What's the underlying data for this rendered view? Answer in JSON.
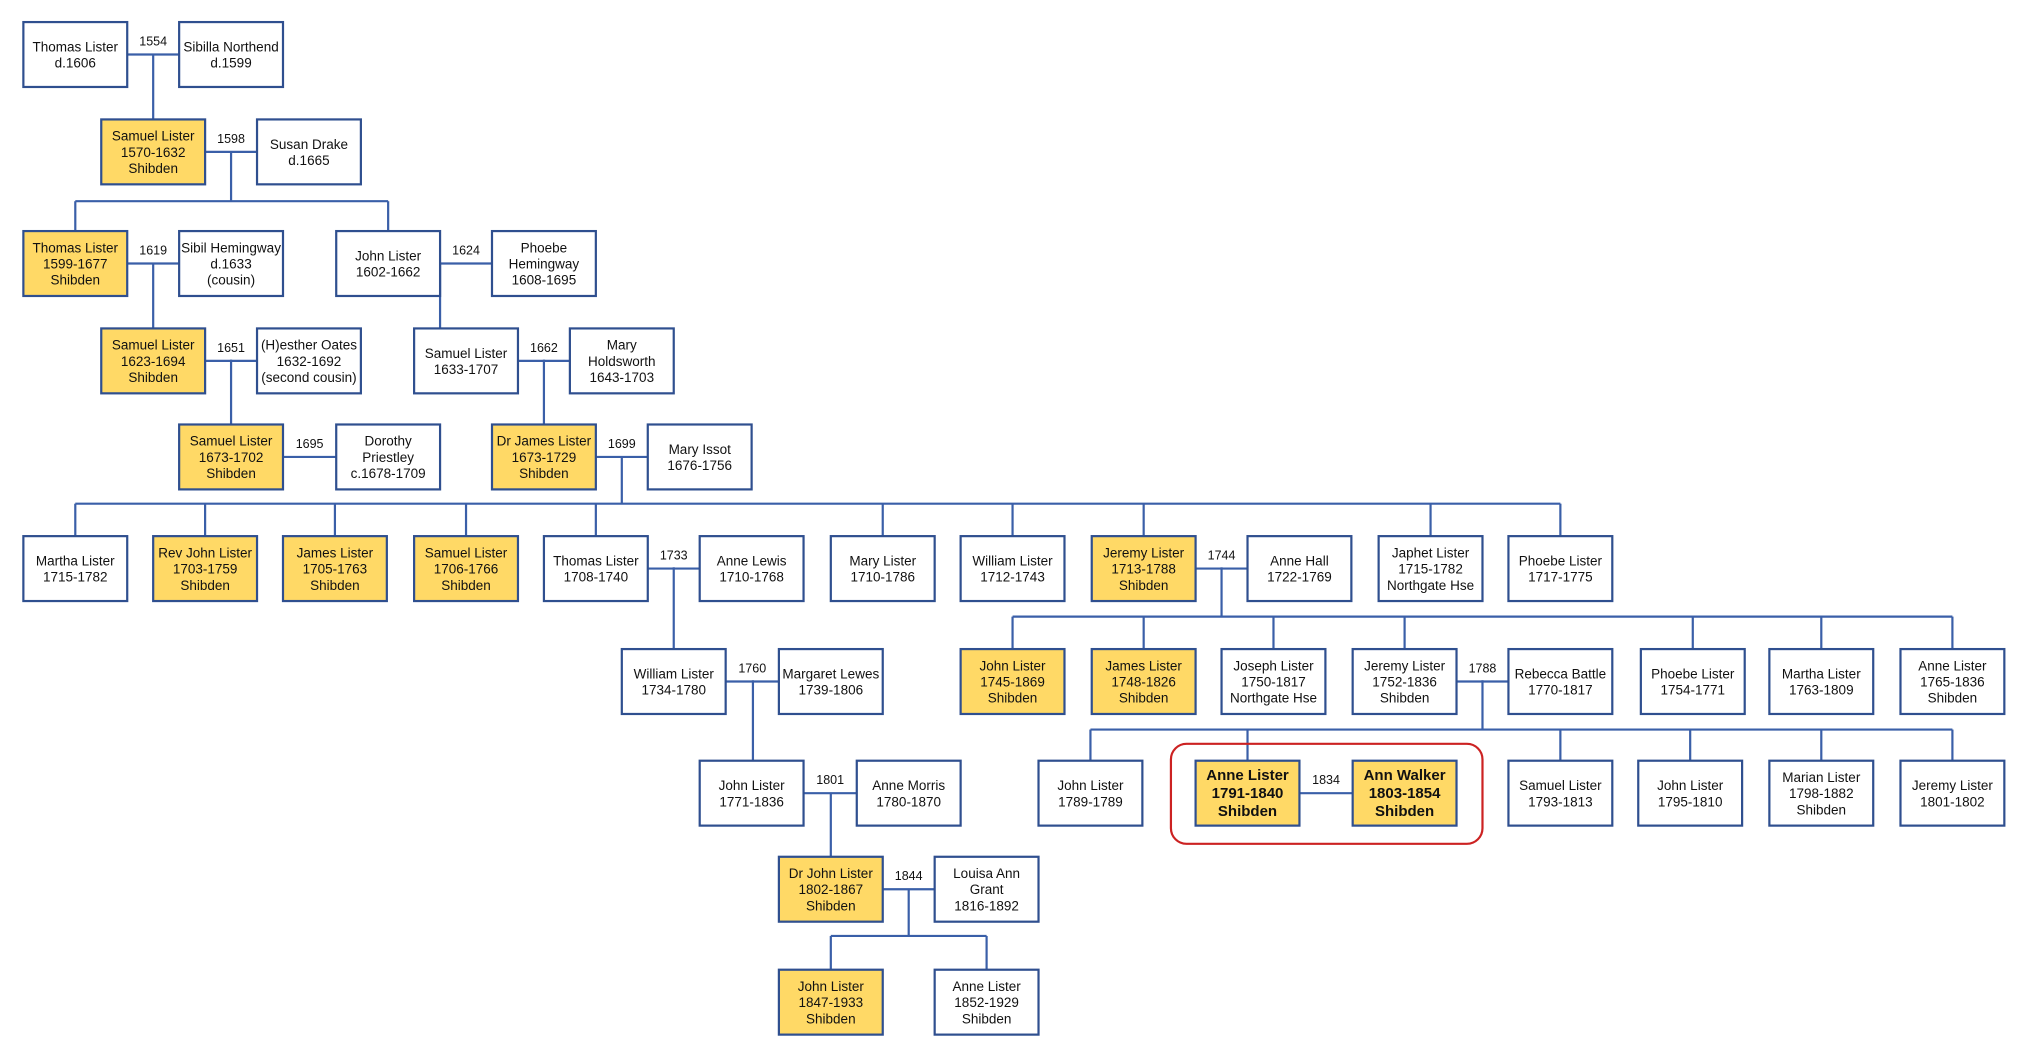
{
  "colors": {
    "shibden": "#ffd966",
    "normal": "#ffffff",
    "border": "#2f4f8f",
    "line": "#3a5fa8",
    "highlight": "#cc2222"
  },
  "people": {
    "p1": {
      "lines": [
        "Thomas Lister",
        "d.1606"
      ],
      "shibden": false
    },
    "p2": {
      "lines": [
        "Sibilla Northend",
        "d.1599"
      ],
      "shibden": false
    },
    "p3": {
      "lines": [
        "Samuel Lister",
        "1570-1632",
        "Shibden"
      ],
      "shibden": true
    },
    "p4": {
      "lines": [
        "Susan Drake",
        "d.1665"
      ],
      "shibden": false
    },
    "p5": {
      "lines": [
        "Thomas Lister",
        "1599-1677",
        "Shibden"
      ],
      "shibden": true
    },
    "p6": {
      "lines": [
        "Sibil Hemingway",
        "d.1633",
        "(cousin)"
      ],
      "shibden": false
    },
    "p7": {
      "lines": [
        "John Lister",
        "1602-1662"
      ],
      "shibden": false
    },
    "p8": {
      "lines": [
        "Phoebe",
        "Hemingway",
        "1608-1695"
      ],
      "shibden": false
    },
    "p9": {
      "lines": [
        "Samuel Lister",
        "1623-1694",
        "Shibden"
      ],
      "shibden": true
    },
    "p10": {
      "lines": [
        "(H)esther Oates",
        "1632-1692",
        "(second cousin)"
      ],
      "shibden": false
    },
    "p11": {
      "lines": [
        "Samuel Lister",
        "1633-1707"
      ],
      "shibden": false
    },
    "p12": {
      "lines": [
        "Mary",
        "Holdsworth",
        "1643-1703"
      ],
      "shibden": false
    },
    "p13": {
      "lines": [
        "Samuel Lister",
        "1673-1702",
        "Shibden"
      ],
      "shibden": true
    },
    "p14": {
      "lines": [
        "Dorothy",
        "Priestley",
        "c.1678-1709"
      ],
      "shibden": false
    },
    "p15": {
      "lines": [
        "Dr James Lister",
        "1673-1729",
        "Shibden"
      ],
      "shibden": true
    },
    "p16": {
      "lines": [
        "Mary Issot",
        "1676-1756"
      ],
      "shibden": false
    },
    "p17": {
      "lines": [
        "Martha Lister",
        "1715-1782"
      ],
      "shibden": false
    },
    "p18": {
      "lines": [
        "Rev John Lister",
        "1703-1759",
        "Shibden"
      ],
      "shibden": true
    },
    "p19": {
      "lines": [
        "James Lister",
        "1705-1763",
        "Shibden"
      ],
      "shibden": true
    },
    "p20": {
      "lines": [
        "Samuel Lister",
        "1706-1766",
        "Shibden"
      ],
      "shibden": true
    },
    "p21": {
      "lines": [
        "Thomas Lister",
        "1708-1740"
      ],
      "shibden": false
    },
    "p22": {
      "lines": [
        "Anne Lewis",
        "1710-1768"
      ],
      "shibden": false
    },
    "p23": {
      "lines": [
        "Mary Lister",
        "1710-1786"
      ],
      "shibden": false
    },
    "p24": {
      "lines": [
        "William Lister",
        "1712-1743"
      ],
      "shibden": false
    },
    "p25": {
      "lines": [
        "Jeremy Lister",
        "1713-1788",
        "Shibden"
      ],
      "shibden": true
    },
    "p26": {
      "lines": [
        "Anne Hall",
        "1722-1769"
      ],
      "shibden": false
    },
    "p27": {
      "lines": [
        "Japhet Lister",
        "1715-1782",
        "Northgate Hse"
      ],
      "shibden": false
    },
    "p28": {
      "lines": [
        "Phoebe Lister",
        "1717-1775"
      ],
      "shibden": false
    },
    "p29": {
      "lines": [
        "William Lister",
        "1734-1780"
      ],
      "shibden": false
    },
    "p30": {
      "lines": [
        "Margaret Lewes",
        "1739-1806"
      ],
      "shibden": false
    },
    "p31": {
      "lines": [
        "John Lister",
        "1745-1869",
        "Shibden"
      ],
      "shibden": true
    },
    "p32": {
      "lines": [
        "James Lister",
        "1748-1826",
        "Shibden"
      ],
      "shibden": true
    },
    "p33": {
      "lines": [
        "Joseph Lister",
        "1750-1817",
        "Northgate Hse"
      ],
      "shibden": false
    },
    "p34": {
      "lines": [
        "Jeremy Lister",
        "1752-1836",
        "Shibden"
      ],
      "shibden": false
    },
    "p35": {
      "lines": [
        "Rebecca Battle",
        "1770-1817"
      ],
      "shibden": false
    },
    "p36": {
      "lines": [
        "Phoebe Lister",
        "1754-1771"
      ],
      "shibden": false
    },
    "p37": {
      "lines": [
        "Martha Lister",
        "1763-1809"
      ],
      "shibden": false
    },
    "p38": {
      "lines": [
        "Anne Lister",
        "1765-1836",
        "Shibden"
      ],
      "shibden": false
    },
    "p39": {
      "lines": [
        "John Lister",
        "1771-1836"
      ],
      "shibden": false
    },
    "p40": {
      "lines": [
        "Anne Morris",
        "1780-1870"
      ],
      "shibden": false
    },
    "p41": {
      "lines": [
        "John Lister",
        "1789-1789"
      ],
      "shibden": false
    },
    "p42": {
      "lines": [
        "Anne Lister",
        "1791-1840",
        "Shibden"
      ],
      "shibden": true,
      "bold": true
    },
    "p43": {
      "lines": [
        "Ann Walker",
        "1803-1854",
        "Shibden"
      ],
      "shibden": true,
      "bold": true
    },
    "p44": {
      "lines": [
        "Samuel Lister",
        "1793-1813"
      ],
      "shibden": false
    },
    "p45": {
      "lines": [
        "John Lister",
        "1795-1810"
      ],
      "shibden": false
    },
    "p46": {
      "lines": [
        "Marian Lister",
        "1798-1882",
        "Shibden"
      ],
      "shibden": false
    },
    "p47": {
      "lines": [
        "Jeremy Lister",
        "1801-1802"
      ],
      "shibden": false
    },
    "p48": {
      "lines": [
        "Dr John Lister",
        "1802-1867",
        "Shibden"
      ],
      "shibden": true
    },
    "p49": {
      "lines": [
        "Louisa Ann",
        "Grant",
        "1816-1892"
      ],
      "shibden": false
    },
    "p50": {
      "lines": [
        "John Lister",
        "1847-1933",
        "Shibden"
      ],
      "shibden": true
    },
    "p51": {
      "lines": [
        "Anne Lister",
        "1852-1929",
        "Shibden"
      ],
      "shibden": false
    }
  },
  "marriages": {
    "m1": "1554",
    "m2": "1598",
    "m3": "1619",
    "m4": "1624",
    "m5": "1651",
    "m6": "1662",
    "m7": "1695",
    "m8": "1699",
    "m9": "1733",
    "m10": "1744",
    "m11": "1760",
    "m12": "1788",
    "m13": "1801",
    "m14": "1834",
    "m15": "1844"
  }
}
